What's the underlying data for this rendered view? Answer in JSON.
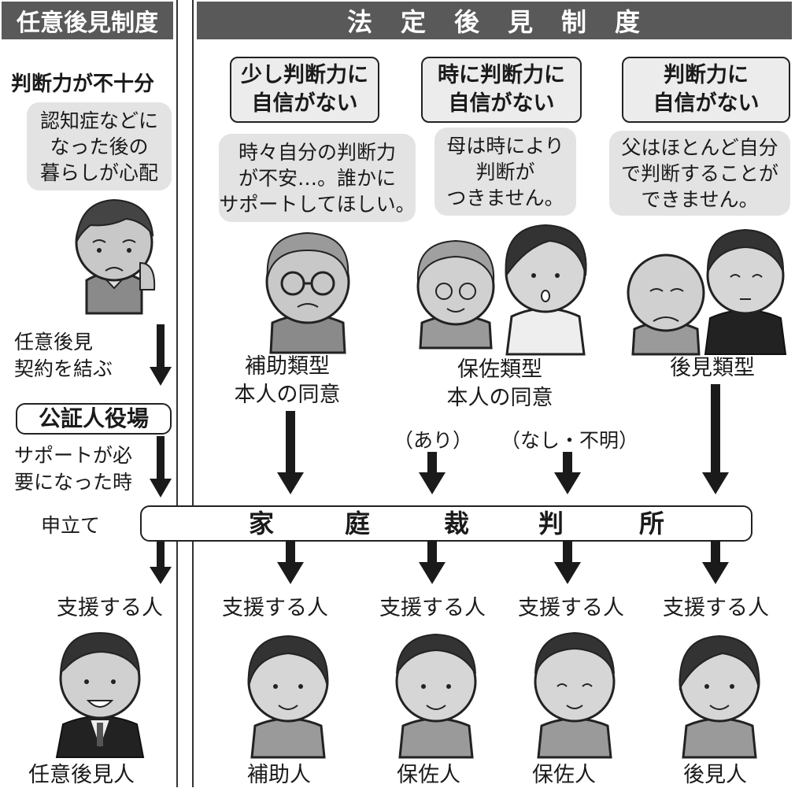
{
  "headers": {
    "voluntary": "任意後見制度",
    "legal": "法　定　後　見　制　度"
  },
  "voluntary": {
    "heading": "判断力が不十分",
    "bubble": [
      "認知症などに",
      "なった後の",
      "暮らしが心配"
    ],
    "step1": [
      "任意後見",
      "契約を結ぶ"
    ],
    "notary": "公証人役場",
    "step2": [
      "サポートが必",
      "要になった時"
    ],
    "apply": "申立て",
    "supporter_label": "支援する人",
    "result": "任意後見人"
  },
  "legal": {
    "columns": [
      {
        "box": [
          "少し判断力に",
          "自信がない"
        ],
        "bubble": [
          "時々自分の判断力",
          "が不安…。誰かに",
          "サポートしてほしい。"
        ],
        "type": [
          "補助類型",
          "本人の同意"
        ]
      },
      {
        "box": [
          "時に判断力に",
          "自信がない"
        ],
        "bubble": [
          "母は時により",
          "判断が",
          "つきません。"
        ],
        "type": [
          "保佐類型",
          "本人の同意"
        ],
        "branches": [
          "（あり）",
          "（なし・不明）"
        ]
      },
      {
        "box": [
          "判断力に",
          "自信がない"
        ],
        "bubble": [
          "父はほとんど自分",
          "で判断することが",
          "できません。"
        ],
        "type": [
          "後見類型"
        ]
      }
    ],
    "court": "家　　　庭　　　裁　　　判　　　所",
    "court_chars": [
      "家",
      "庭",
      "裁",
      "判",
      "所"
    ],
    "supporters": [
      {
        "label": "支援する人",
        "result": "補助人"
      },
      {
        "label": "支援する人",
        "result": "保佐人"
      },
      {
        "label": "支援する人",
        "result": "保佐人"
      },
      {
        "label": "支援する人",
        "result": "後見人"
      }
    ]
  }
}
